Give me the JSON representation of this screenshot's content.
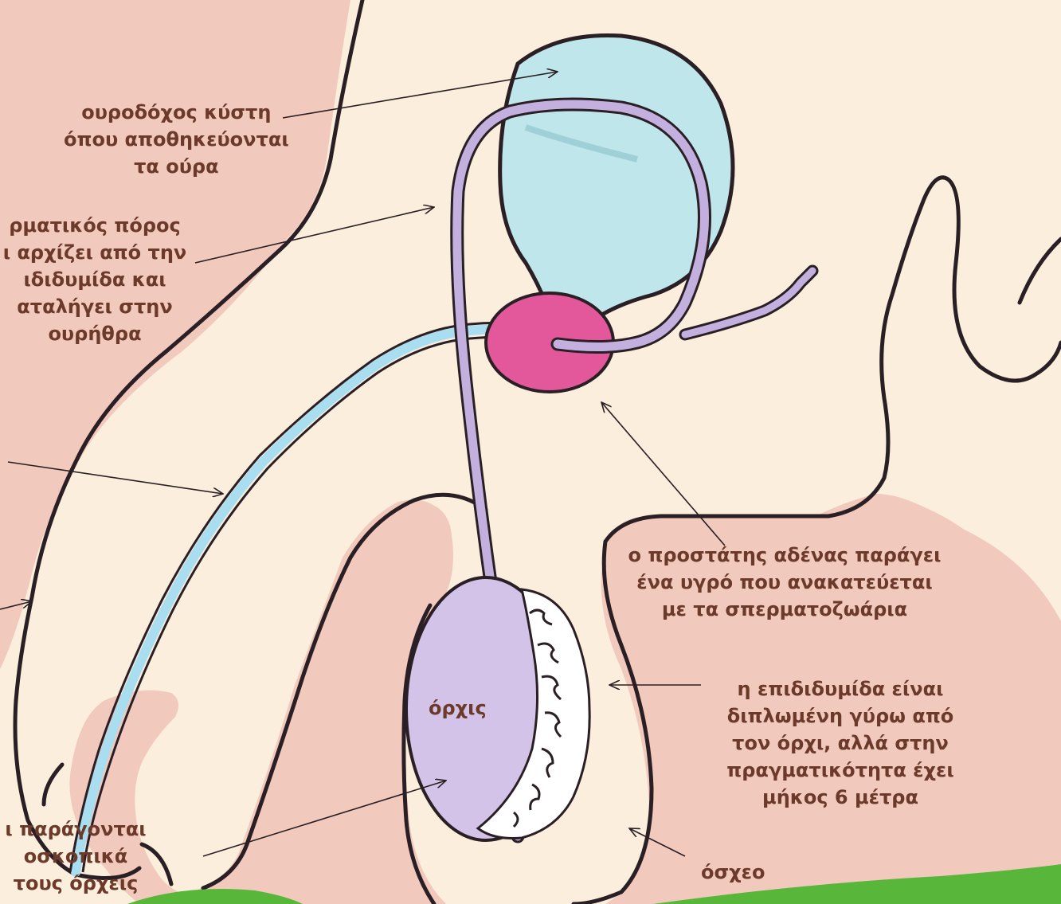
{
  "labels": {
    "bladder": [
      "ουροδόχος κύστη",
      "όπου αποθηκεύονται",
      "τα ούρα"
    ],
    "vas_deferens": [
      "ρματικός πόρος",
      "ι αρχίζει από την",
      "ιδιδυμίδα και",
      "αταλήγει στην",
      "ουρήθρα"
    ],
    "prostate": [
      "ο προστάτης αδένας παράγει",
      "ένα υγρό που ανακατεύεται",
      "με τα σπερματοζωάρια"
    ],
    "epididymis": [
      "η επιδιδυμίδα είναι",
      "διπλωμένη γύρω από",
      "τον όρχι, αλλά στην",
      "πραγματικότητα έχει",
      "μήκος 6 μέτρα"
    ],
    "testis": "όρχις",
    "scrotum": "όσχεο",
    "sperm": [
      "ι παράγονται",
      "οσκοπικά",
      "τους όρχεις"
    ]
  },
  "colors": {
    "background": "#f2c9bd",
    "body": "#fbeedc",
    "outline": "#2a1f24",
    "bladder": "#bfe6ea",
    "vas": "#c3b0df",
    "prostate": "#e2589a",
    "testis": "#d4c3e8",
    "urethra": "#a9def0",
    "grass": "#58b73a",
    "text": "#6b3a2a"
  }
}
